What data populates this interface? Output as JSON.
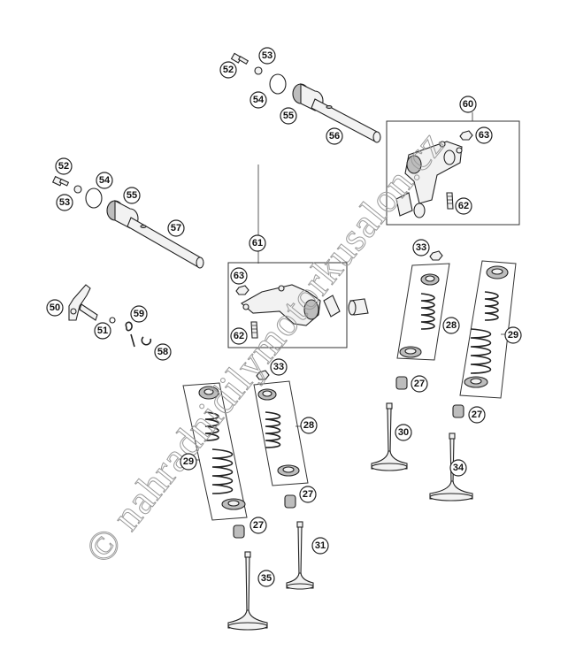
{
  "watermark": "© nahradnidilymotorkusalon.cz",
  "callouts": {
    "c52a": "52",
    "c53a": "53",
    "c54a": "54",
    "c55a": "55",
    "c56": "56",
    "c60": "60",
    "c63a": "63",
    "c62a": "62",
    "c52b": "52",
    "c54b": "54",
    "c53b": "53",
    "c55b": "55",
    "c57": "57",
    "c61": "61",
    "c63b": "63",
    "c62b": "62",
    "c50": "50",
    "c51": "51",
    "c59": "59",
    "c58": "58",
    "c33a": "33",
    "c28a": "28",
    "c29a": "29",
    "c27a": "27",
    "c27b": "27",
    "c30": "30",
    "c34": "34",
    "c33b": "33",
    "c29b": "29",
    "c28b": "28",
    "c27c": "27",
    "c27d": "27",
    "c31": "31",
    "c35": "35"
  }
}
